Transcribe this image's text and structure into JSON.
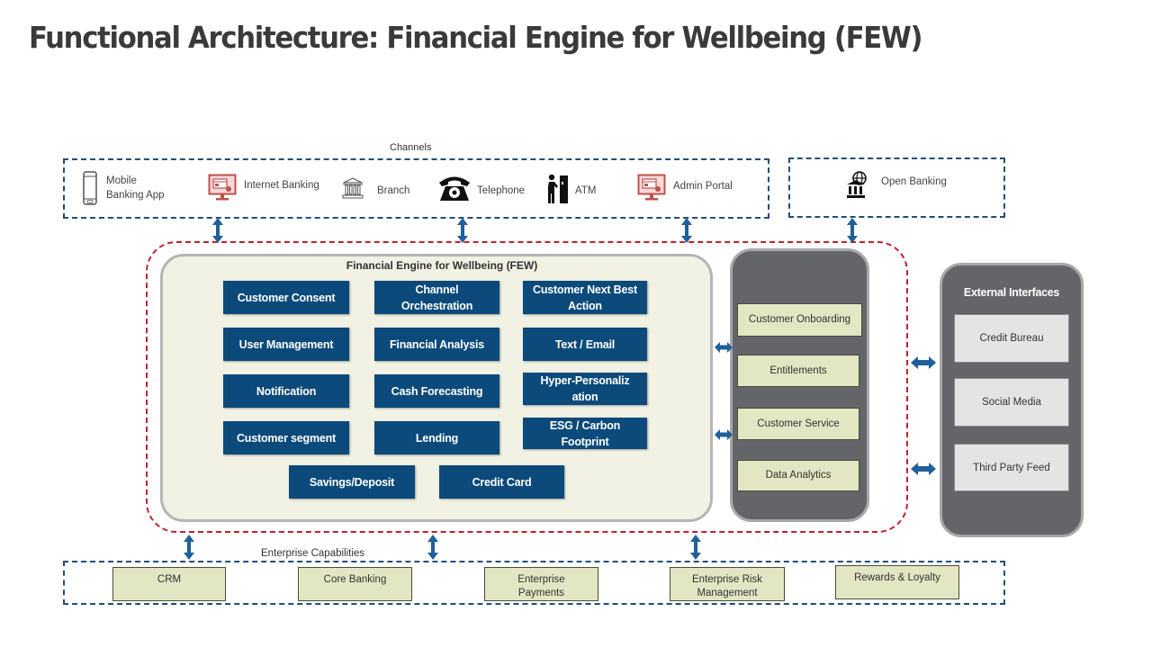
{
  "title": "Functional Architecture: Financial Engine for Wellbeing (FEW)",
  "colors": {
    "primary_blue": "#0b4a7a",
    "dash_blue": "#1f4e79",
    "dash_red": "#c0222c",
    "panel_grey": "#646569",
    "module_green": "#e3e6c2",
    "few_panel_bg": "#f1f1e4",
    "icon_red": "#c0504d"
  },
  "channels": {
    "label": "Channels",
    "items": [
      {
        "label_line1": "Mobile",
        "label_line2": "Banking App",
        "icon": "mobile-phone-icon"
      },
      {
        "label": "Internet Banking",
        "icon": "desktop-monitor-icon"
      },
      {
        "label": "Branch",
        "icon": "bank-building-icon"
      },
      {
        "label": "Telephone",
        "icon": "rotary-telephone-icon"
      },
      {
        "label": "ATM",
        "icon": "atm-user-icon"
      },
      {
        "label": "Admin Portal",
        "icon": "desktop-monitor-icon"
      }
    ]
  },
  "open_banking": {
    "label": "Open Banking",
    "icon": "bank-globe-icon"
  },
  "few": {
    "title": "Financial Engine for Wellbeing (FEW)",
    "modules": [
      [
        "Customer Consent",
        "Channel Orchestration",
        "Customer Next Best Action"
      ],
      [
        "User Management",
        "Financial Analysis",
        "Text / Email"
      ],
      [
        "Notification",
        "Cash Forecasting",
        "Hyper-Personalization"
      ],
      [
        "Customer segment",
        "Lending",
        "ESG / Carbon Footprint"
      ],
      [
        "Savings/Deposit",
        "Credit Card"
      ]
    ]
  },
  "services": {
    "items": [
      "Customer Onboarding",
      "Entitlements",
      "Customer Service",
      "Data Analytics"
    ]
  },
  "external": {
    "title": "External Interfaces",
    "items": [
      "Credit Bureau",
      "Social Media",
      "Third Party Feed"
    ]
  },
  "enterprise": {
    "label": "Enterprise Capabilities",
    "items": [
      "CRM",
      "Core Banking",
      "Enterprise Payments",
      "Enterprise Risk Management",
      "Rewards & Loyalty"
    ]
  }
}
